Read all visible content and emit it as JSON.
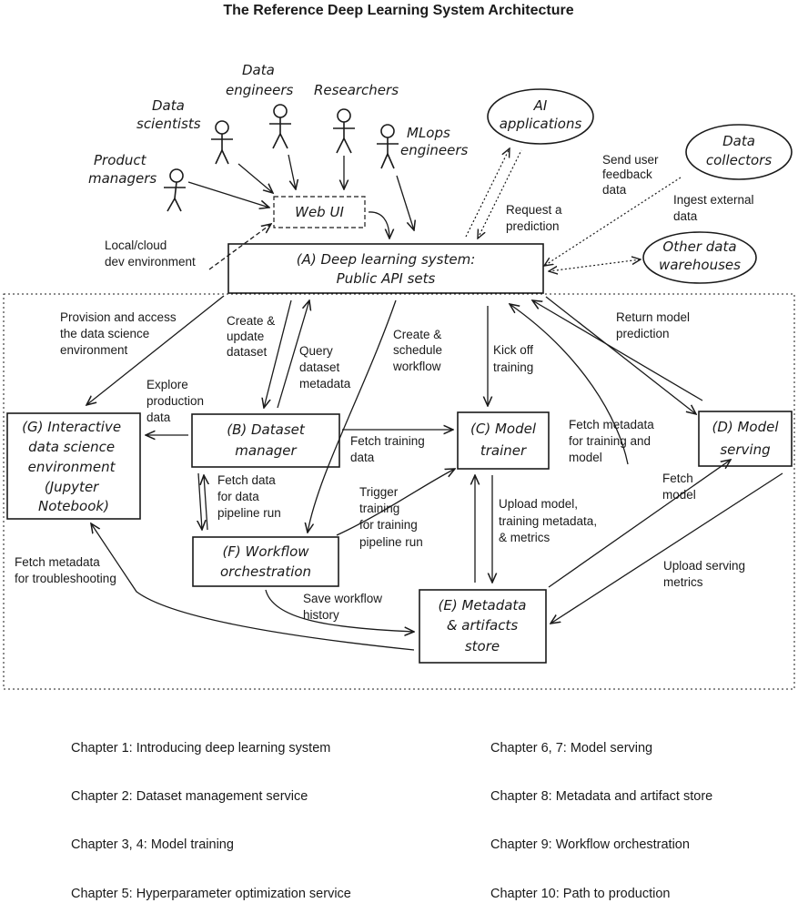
{
  "title": "The Reference Deep Learning System Architecture",
  "actors": {
    "product_managers": [
      "Product",
      "managers"
    ],
    "data_scientists": [
      "Data",
      "scientists"
    ],
    "data_engineers": [
      "Data",
      "engineers"
    ],
    "researchers": [
      "Researchers"
    ],
    "mlops_engineers": [
      "MLops",
      "engineers"
    ]
  },
  "external": {
    "ai_applications": [
      "AI",
      "applications"
    ],
    "data_collectors": [
      "Data",
      "collectors"
    ],
    "other_warehouses": [
      "Other data",
      "warehouses"
    ]
  },
  "boxes": {
    "web_ui": [
      "Web UI"
    ],
    "api": [
      "(A) Deep learning system:",
      "Public API sets"
    ],
    "dataset_manager": [
      "(B) Dataset",
      "manager"
    ],
    "model_trainer": [
      "(C) Model",
      "trainer"
    ],
    "model_serving": [
      "(D) Model",
      "serving"
    ],
    "metadata_store": [
      "(E) Metadata",
      "& artifacts",
      "store"
    ],
    "workflow": [
      "(F) Workflow",
      "orchestration"
    ],
    "notebook": [
      "(G) Interactive",
      "data science",
      "environment",
      "(Jupyter",
      "Notebook)"
    ]
  },
  "edge_labels": {
    "local_dev": [
      "Local/cloud",
      "dev environment"
    ],
    "request_prediction": [
      "Request a",
      "prediction"
    ],
    "send_feedback": [
      "Send user",
      "feedback",
      "data"
    ],
    "ingest_external": [
      "Ingest external",
      "data"
    ],
    "provision": [
      "Provision and access",
      "the data science",
      "environment"
    ],
    "create_dataset": [
      "Create &",
      "update",
      "dataset"
    ],
    "query_metadata": [
      "Query",
      "dataset",
      "metadata"
    ],
    "create_workflow": [
      "Create &",
      "schedule",
      "workflow"
    ],
    "kick_off": [
      "Kick off",
      "training"
    ],
    "return_prediction": [
      "Return model",
      "prediction"
    ],
    "explore": [
      "Explore",
      "production",
      "data"
    ],
    "fetch_training_data": [
      "Fetch training",
      "data"
    ],
    "fetch_metadata_training": [
      "Fetch metadata",
      "for training and",
      "model"
    ],
    "fetch_data_pipeline": [
      "Fetch data",
      "for data",
      "pipeline run"
    ],
    "trigger_training": [
      "Trigger",
      "training",
      "for training",
      "pipeline run"
    ],
    "upload_model": [
      "Upload model,",
      "training metadata,",
      "& metrics"
    ],
    "fetch_model": [
      "Fetch",
      "model"
    ],
    "upload_serving": [
      "Upload serving",
      "metrics"
    ],
    "fetch_troubleshooting": [
      "Fetch metadata",
      "for troubleshooting"
    ],
    "save_history": [
      "Save workflow",
      "history"
    ]
  },
  "chapters": [
    "Chapter 1: Introducing deep learning system",
    "Chapter 2: Dataset management service",
    "Chapter 3, 4: Model training",
    "Chapter 5: Hyperparameter optimization service",
    "Chapter 6, 7: Model serving",
    "Chapter 8: Metadata and artifact store",
    "Chapter 9: Workflow orchestration",
    "Chapter 10: Path to production"
  ]
}
